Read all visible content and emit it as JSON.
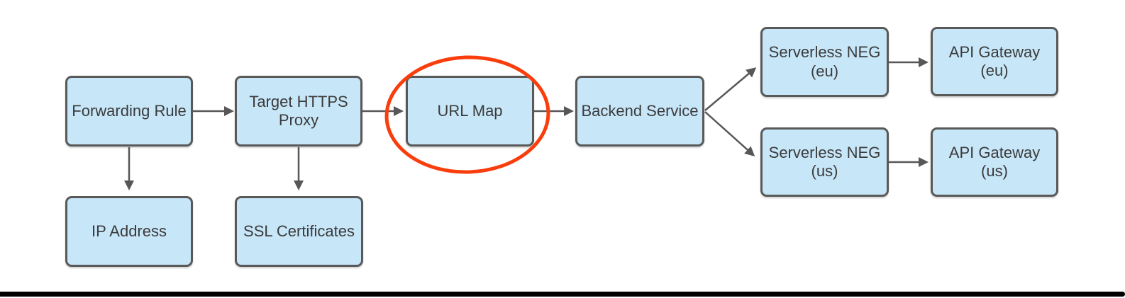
{
  "diagram": {
    "type": "flowchart",
    "nodes": {
      "forwarding_rule": {
        "label": "Forwarding Rule"
      },
      "target_https_proxy": {
        "label": "Target HTTPS\nProxy"
      },
      "url_map": {
        "label": "URL Map"
      },
      "backend_service": {
        "label": "Backend Service"
      },
      "serverless_neg_eu": {
        "label": "Serverless NEG\n(eu)"
      },
      "api_gateway_eu": {
        "label": "API Gateway\n(eu)"
      },
      "serverless_neg_us": {
        "label": "Serverless NEG\n(us)"
      },
      "api_gateway_us": {
        "label": "API Gateway\n(us)"
      },
      "ip_address": {
        "label": "IP Address"
      },
      "ssl_certificates": {
        "label": "SSL Certificates"
      }
    },
    "edges": [
      {
        "from": "forwarding_rule",
        "to": "target_https_proxy"
      },
      {
        "from": "target_https_proxy",
        "to": "url_map"
      },
      {
        "from": "url_map",
        "to": "backend_service"
      },
      {
        "from": "backend_service",
        "to": "serverless_neg_eu"
      },
      {
        "from": "backend_service",
        "to": "serverless_neg_us"
      },
      {
        "from": "serverless_neg_eu",
        "to": "api_gateway_eu"
      },
      {
        "from": "serverless_neg_us",
        "to": "api_gateway_us"
      },
      {
        "from": "forwarding_rule",
        "to": "ip_address"
      },
      {
        "from": "target_https_proxy",
        "to": "ssl_certificates"
      }
    ],
    "highlight": {
      "shape": "ellipse",
      "around": "url_map",
      "color": "#fa3d0c"
    },
    "colors": {
      "node_fill": "#c7e6f8",
      "node_border": "#595959",
      "connector": "#575757",
      "text": "#3b3b3b",
      "highlight_ellipse": "#fa3d0c",
      "window_edge": "#000000"
    }
  }
}
